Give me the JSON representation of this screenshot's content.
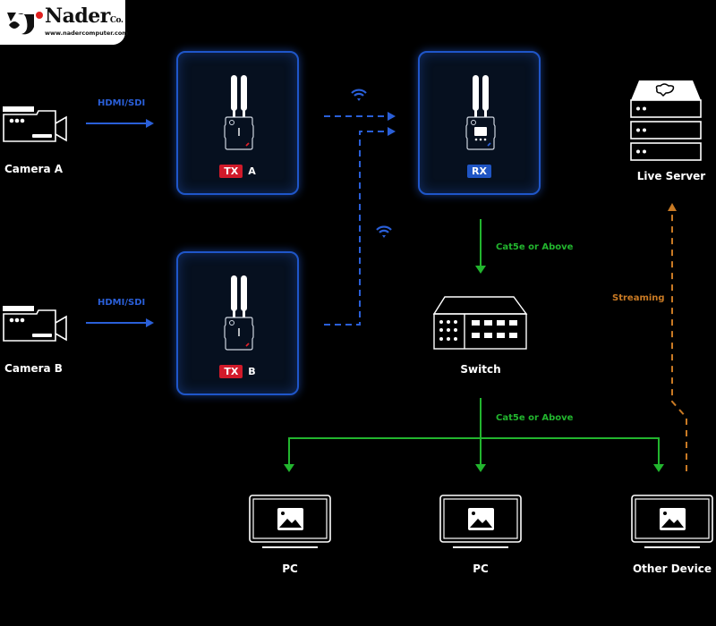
{
  "logo": {
    "brand": "Nader",
    "suffix": "Co.",
    "url": "www.nadercomputer.com"
  },
  "cameras": [
    {
      "label": "Camera A",
      "link_label": "HDMI/SDI"
    },
    {
      "label": "Camera B",
      "link_label": "HDMI/SDI"
    }
  ],
  "transmitters": [
    {
      "badge": "TX",
      "suffix": "A"
    },
    {
      "badge": "TX",
      "suffix": "B"
    }
  ],
  "receiver": {
    "badge": "RX"
  },
  "server": {
    "label": "Live Server"
  },
  "switch": {
    "label": "Switch",
    "uplink_label": "Cat5e or Above",
    "downlink_label": "Cat5e or Above"
  },
  "streaming_label": "Streaming",
  "endpoints": [
    {
      "label": "PC"
    },
    {
      "label": "PC"
    },
    {
      "label": "Other Device"
    }
  ],
  "colors": {
    "wireless": "#2a5fd8",
    "ethernet": "#22b52e",
    "streaming": "#c97a24",
    "tx": "#d11a2a",
    "rx": "#1f55c4"
  }
}
